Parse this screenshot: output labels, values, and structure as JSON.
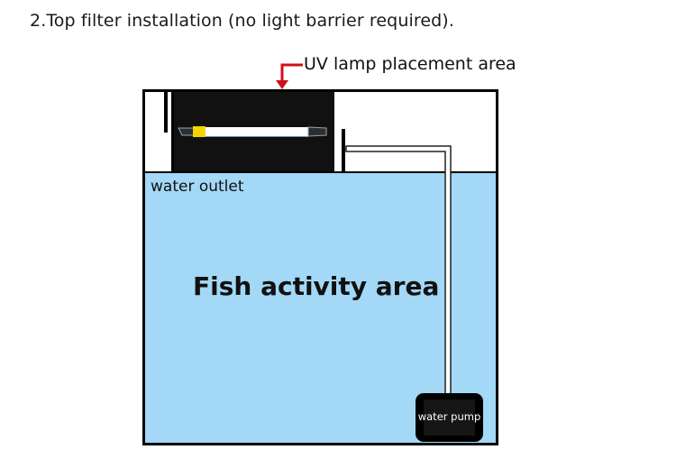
{
  "title": "2.Top filter installation (no light barrier required).",
  "labels": {
    "uv_lamp_area": "UV lamp placement area",
    "water_outlet": "water outlet",
    "fish_area": "Fish activity area",
    "water_pump": "water pump"
  },
  "colors": {
    "water": "#a3d8f7",
    "arrow": "#d0101a",
    "lamp_box": "#111111",
    "lamp_cap": "#f2d600",
    "outline": "#000000"
  }
}
